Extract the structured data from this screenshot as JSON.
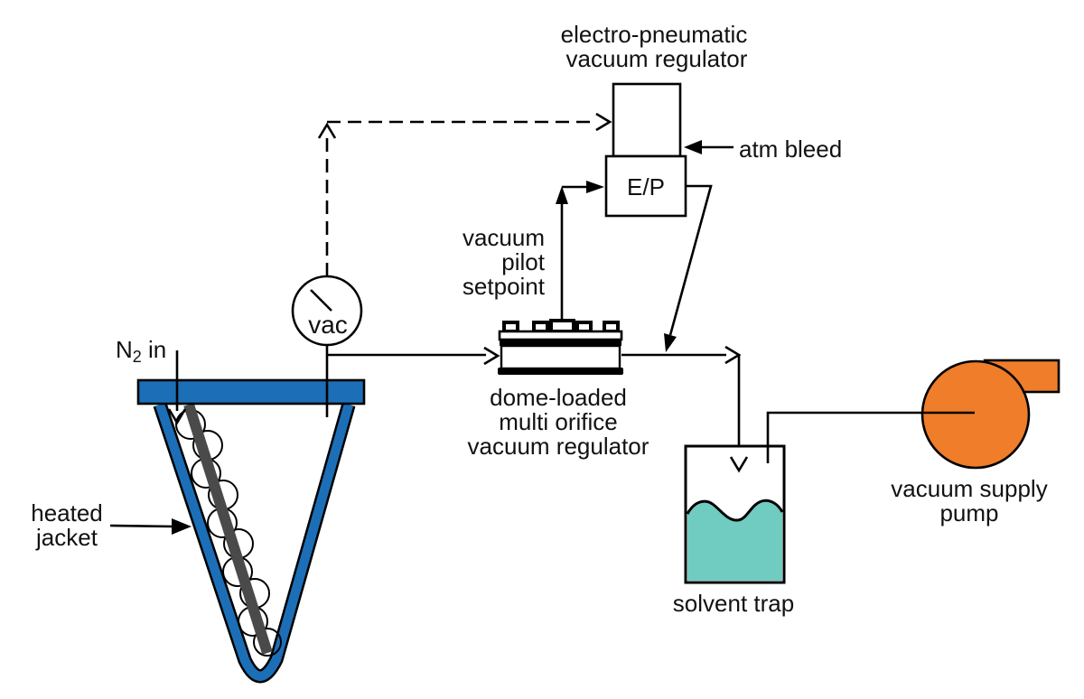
{
  "colors": {
    "vessel_blue": "#1C6FB7",
    "pump_orange": "#F07D2A",
    "trap_teal": "#70CBC0",
    "auger_gray": "#4A4A4A",
    "line_black": "#000000",
    "background": "#FFFFFF"
  },
  "diagram": {
    "ep_regulator": {
      "title_line1": "electro-pneumatic",
      "title_line2": "vacuum regulator",
      "box_label": "E/P",
      "atm_bleed_label": "atm bleed"
    },
    "pilot_signal": {
      "line1": "vacuum",
      "line2": "pilot",
      "line3": "setpoint"
    },
    "gauge": {
      "label": "vac"
    },
    "dome_regulator": {
      "line1": "dome-loaded",
      "line2": "multi orifice",
      "line3": "vacuum regulator"
    },
    "vessel": {
      "n2_prefix": "N",
      "n2_sub": "2",
      "n2_suffix": " in",
      "jacket_line1": "heated",
      "jacket_line2": "jacket"
    },
    "solvent_trap": {
      "label": "solvent trap"
    },
    "pump": {
      "line1": "vacuum supply",
      "line2": "pump"
    }
  }
}
